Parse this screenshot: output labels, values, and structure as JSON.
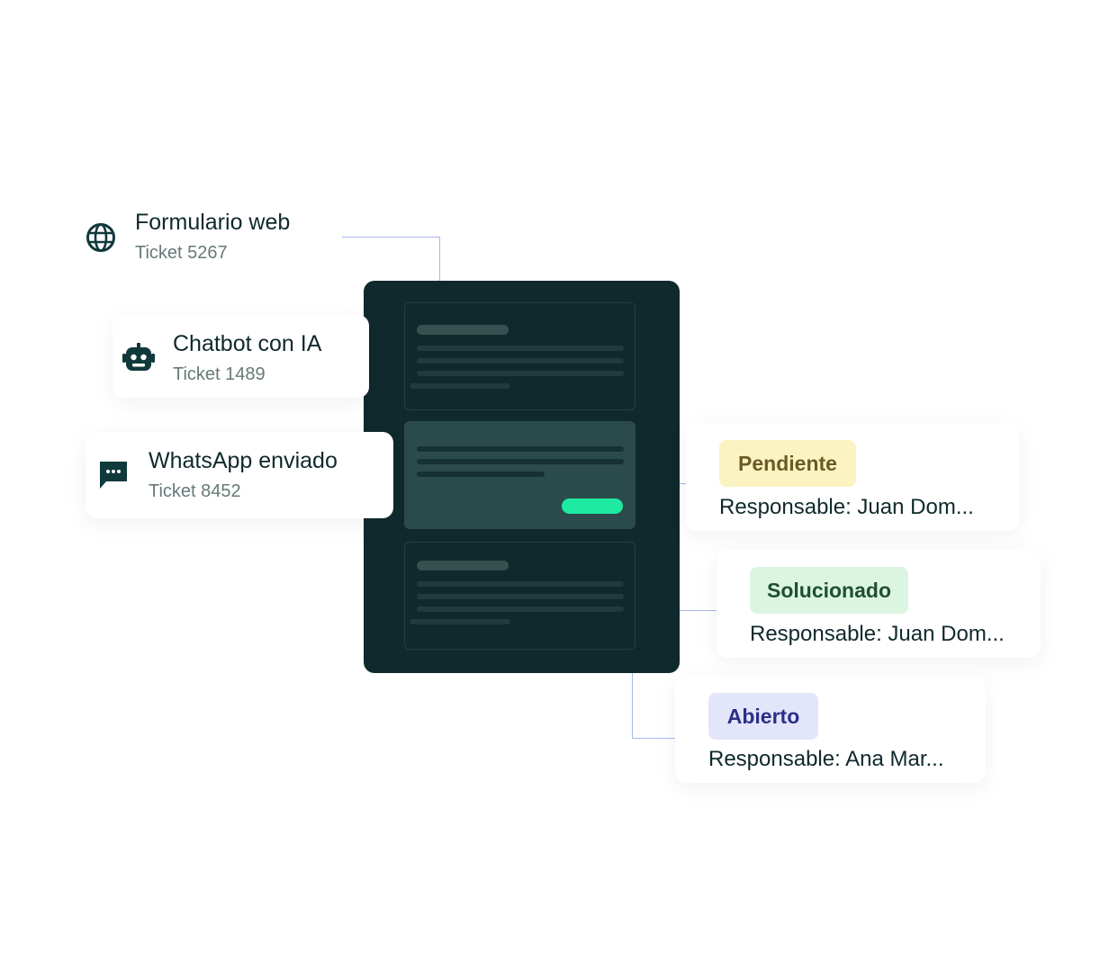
{
  "sources": [
    {
      "title": "Formulario web",
      "ticket": "Ticket 5267",
      "icon": "globe-icon"
    },
    {
      "title": "Chatbot con IA",
      "ticket": "Ticket 1489",
      "icon": "robot-icon"
    },
    {
      "title": "WhatsApp enviado",
      "ticket": "Ticket 8452",
      "icon": "chat-bubble-icon"
    }
  ],
  "statuses": [
    {
      "label": "Pendiente",
      "responsible": "Responsable: Juan Dom...",
      "bg": "#fbf3c2",
      "fg": "#6b5a24"
    },
    {
      "label": "Solucionado",
      "responsible": "Responsable: Juan Dom...",
      "bg": "#dcf5e1",
      "fg": "#1f4f34"
    },
    {
      "label": "Abierto",
      "responsible": "Responsable: Ana Mar...",
      "bg": "#e3e5fb",
      "fg": "#2c2f86"
    }
  ],
  "colors": {
    "panel": "#10292c",
    "accent": "#1de9a1",
    "connector": "#a8b8f0",
    "icon": "#10393c"
  }
}
